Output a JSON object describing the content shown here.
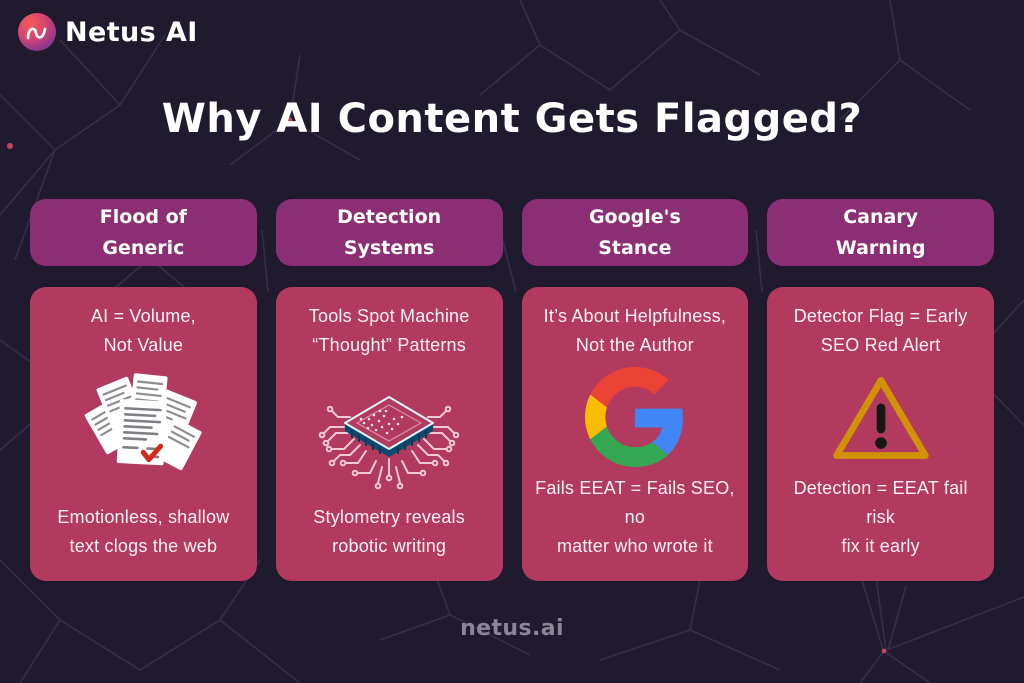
{
  "brand": {
    "name": "Netus AI",
    "logo": "netus-logo"
  },
  "title": "Why AI Content Gets Flagged?",
  "footer": {
    "site": "netus.ai"
  },
  "colors": {
    "background": "#201a2f",
    "network_line": "#49405f",
    "header_pill": "#8c2e73",
    "card": "#b23a5f",
    "title_text": "#ffffff",
    "card_text": "#fdf1f4",
    "footer_text": "#8b8597",
    "check_red": "#d3281c",
    "chip_cyan": "#49b9e8",
    "warning_yellow": "#f6c51e",
    "google_colors": [
      "#EA4335",
      "#4285F4",
      "#FBBC05",
      "#34A853"
    ]
  },
  "columns": [
    {
      "id": "flood-of-generic",
      "header_lines": [
        "Flood of",
        "Generic"
      ],
      "top_lines": [
        "AI = Volume,",
        "Not Value"
      ],
      "icon": "documents-icon",
      "bottom_lines": [
        "Emotionless, shallow",
        "text clogs the web"
      ]
    },
    {
      "id": "detection-systems",
      "header_lines": [
        "Detection",
        "Systems"
      ],
      "top_lines": [
        "Tools Spot Machine",
        "“Thought” Patterns"
      ],
      "icon": "chip-icon",
      "bottom_lines": [
        "Stylometry reveals",
        "robotic writing"
      ]
    },
    {
      "id": "googles-stance",
      "header_lines": [
        "Google's",
        "Stance"
      ],
      "top_lines": [
        "It’s About Helpfulness,",
        "Not the Author"
      ],
      "icon": "google-icon",
      "bottom_lines": [
        "Fails EEAT = Fails SEO, no",
        "matter who wrote it"
      ]
    },
    {
      "id": "canary-warning",
      "header_lines": [
        "Canary",
        "Warning"
      ],
      "top_lines": [
        "Detector Flag = Early",
        "SEO Red Alert"
      ],
      "icon": "warning-icon",
      "bottom_lines": [
        "Detection = EEAT fail risk",
        "fix it early"
      ]
    }
  ]
}
